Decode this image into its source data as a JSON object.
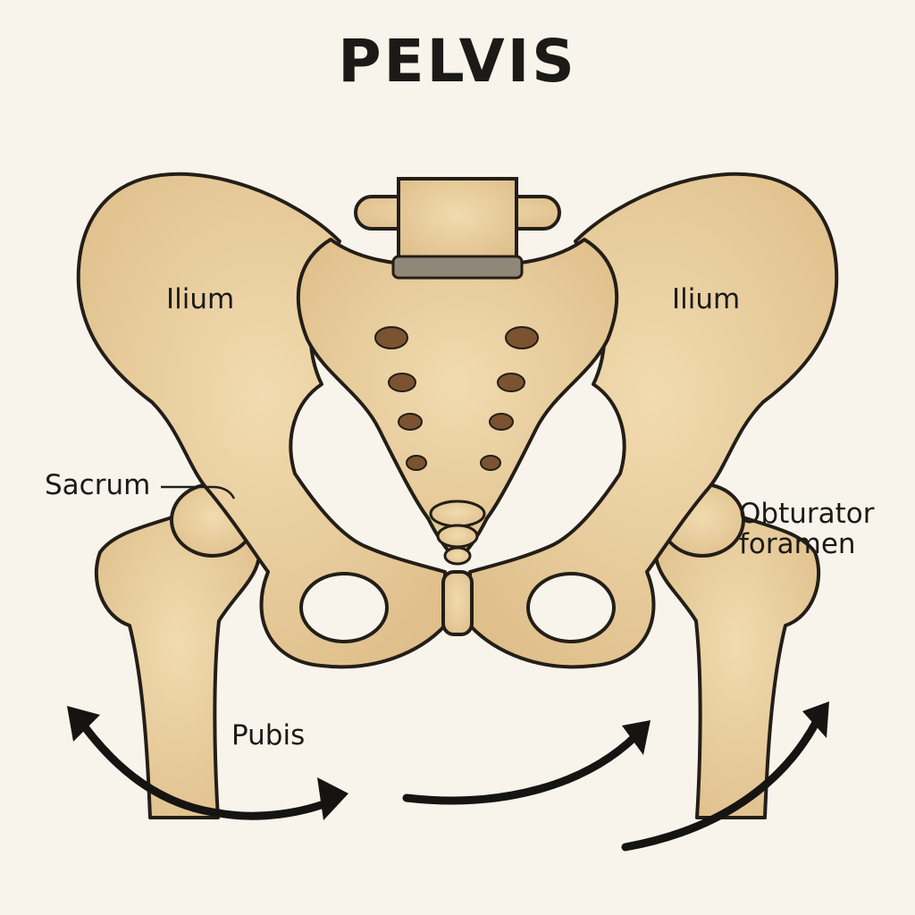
{
  "title": "PELVIS",
  "labels": {
    "ilium_left": "Ilium",
    "ilium_right": "Ilium",
    "sacrum": "Sacrum",
    "obturator_line1": "Obturator",
    "obturator_line2": "foramen",
    "pubis": "Pubis"
  },
  "colors": {
    "background": "#f8f4ec",
    "bone": "#e9cf9f",
    "bone_shadow": "#d8b682",
    "outline": "#231e17",
    "disc": "#8f8778",
    "arrow": "#161412"
  }
}
